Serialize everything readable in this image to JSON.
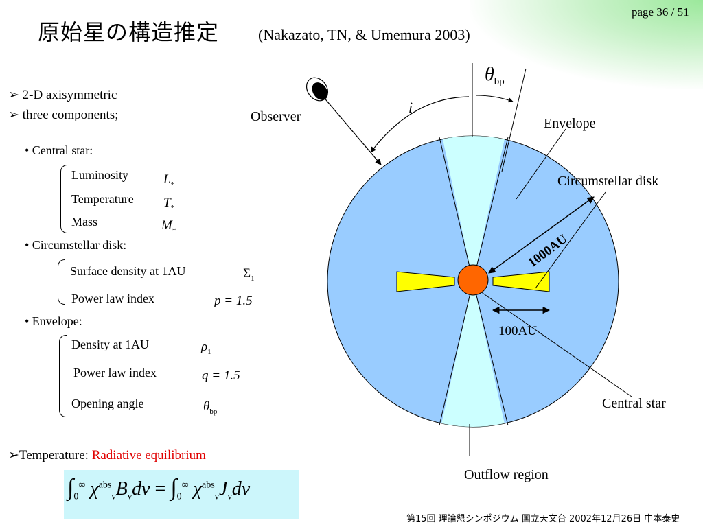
{
  "header": {
    "title": "原始星の構造推定",
    "citation": "(Nakazato, TN, & Umemura 2003)",
    "page_number": "page 36 / 51"
  },
  "bullets": {
    "b1": "2-D axisymmetric",
    "b2": "three components;",
    "marker": "➢"
  },
  "central_star": {
    "heading": "• Central star:",
    "luminosity": "Luminosity",
    "temperature": "Temperature",
    "mass": "Mass",
    "sym_L": "L",
    "sym_T": "T",
    "sym_M": "M",
    "star_sub": "*"
  },
  "disk": {
    "heading": "• Circumstellar disk:",
    "surface_density": "Surface density at 1AU",
    "power_law": "Power law index",
    "sym_sigma": "Σ",
    "sym_sigma_sub": "1",
    "p_eq": "p = 1.5"
  },
  "envelope": {
    "heading": "• Envelope:",
    "density": "Density at 1AU",
    "power_law": "Power law index",
    "opening_angle": "Opening angle",
    "sym_rho": "ρ",
    "sym_rho_sub": "1",
    "q_eq": "q = 1.5",
    "sym_theta": "θ",
    "sym_theta_sub": "bp"
  },
  "temperature_line": {
    "prefix": "Temperature: ",
    "highlight": "Radiative equilibrium"
  },
  "equation": {
    "int_sign": "∫",
    "lower": "0",
    "upper": "∞",
    "chi": "χ",
    "chi_sup": "abs",
    "nu": "ν",
    "B": "B",
    "J": "J",
    "dnu": "dν",
    "equals": "="
  },
  "diagram": {
    "observer": "Observer",
    "inclination": "i",
    "theta_bp": "θ",
    "theta_bp_sub": "bp",
    "envelope": "Envelope",
    "circumstellar_disk": "Circumstellar disk",
    "scale_1000": "1000AU",
    "scale_100": "100AU",
    "central_star": "Central star",
    "outflow_region": "Outflow region",
    "colors": {
      "envelope_fill": "#99ccff",
      "outflow_fill": "#ccffff",
      "disk_fill": "#ffff00",
      "star_fill": "#ff6600"
    }
  },
  "footer": "第15回 理論懇シンポジウム 国立天文台 2002年12月26日 中本泰史"
}
